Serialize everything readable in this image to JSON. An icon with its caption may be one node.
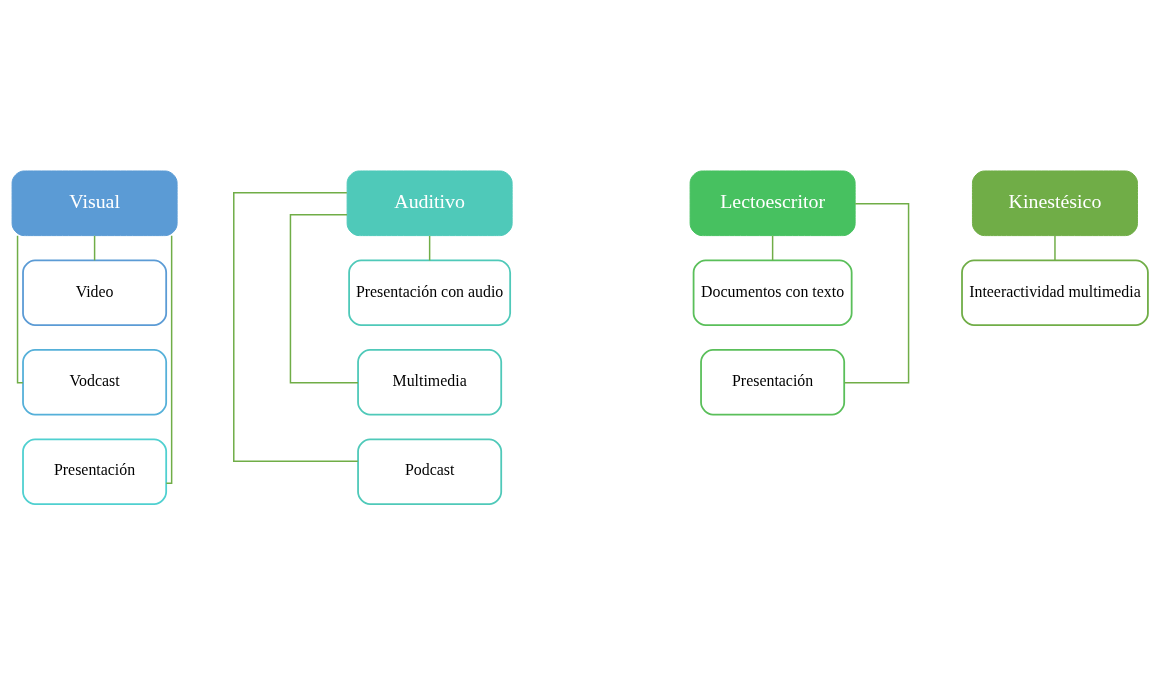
{
  "diagram": {
    "nodes": [
      {
        "text": [
          "Visual"
        ]
      },
      {
        "text": [
          "Video"
        ]
      },
      {
        "text": [
          "Vodcast"
        ]
      },
      {
        "text": [
          "Presentación"
        ]
      },
      {
        "text": [
          "Auditivo"
        ]
      },
      {
        "text": [
          "Presentación con audio"
        ]
      },
      {
        "text": [
          "Multimedia"
        ]
      },
      {
        "text": [
          "Podcast"
        ]
      },
      {
        "text": [
          "Lectoescritor"
        ]
      },
      {
        "text": [
          "Documentos con texto"
        ]
      },
      {
        "text": [
          "Presentación"
        ]
      },
      {
        "text": [
          "Kinestésico"
        ]
      },
      {
        "text": [
          "Inteeractividad multimedia"
        ]
      }
    ],
    "edges": [
      {
        "from": 0,
        "to": 1,
        "arrow": "none"
      },
      {
        "from": 0,
        "to": 2,
        "arrow": "none"
      },
      {
        "from": 0,
        "to": 3,
        "arrow": "none"
      },
      {
        "from": 4,
        "to": 5,
        "arrow": "none"
      },
      {
        "from": 4,
        "to": 6,
        "arrow": "none"
      },
      {
        "from": 4,
        "to": 7,
        "arrow": "none"
      },
      {
        "from": 8,
        "to": 9,
        "arrow": "none"
      },
      {
        "from": 8,
        "to": 10,
        "arrow": "none"
      },
      {
        "from": 11,
        "to": 12,
        "arrow": "none"
      }
    ]
  }
}
